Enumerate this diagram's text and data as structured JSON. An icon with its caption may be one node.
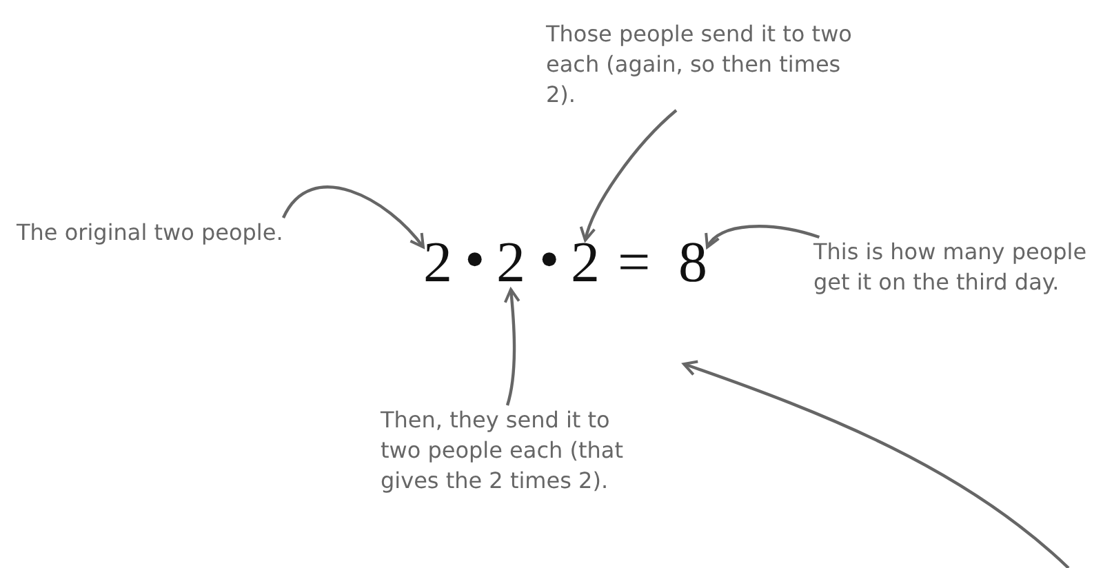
{
  "diagram": {
    "nodes": [
      {
        "text": [
          "Those people send it to two each (again, so then times 2)."
        ]
      },
      {
        "text": [
          "The original two people."
        ]
      },
      {
        "text": [
          "2"
        ]
      },
      {
        "text": [
          "2"
        ]
      },
      {
        "text": [
          "2"
        ]
      },
      {
        "text": [
          "8"
        ]
      },
      {
        "text": [
          "This is how many people get it on the third day."
        ]
      },
      {
        "text": [
          "Then, they send it to two people each (that gives the 2 times 2)."
        ]
      }
    ],
    "edges": [
      {
        "from": 1,
        "to": 2,
        "arrow": "to"
      },
      {
        "from": 0,
        "to": 4,
        "arrow": "to"
      },
      {
        "from": 6,
        "to": 5,
        "arrow": "to"
      },
      {
        "from": 7,
        "to": 3,
        "arrow": "to"
      }
    ],
    "labels": [
      "•",
      "•",
      "="
    ]
  }
}
